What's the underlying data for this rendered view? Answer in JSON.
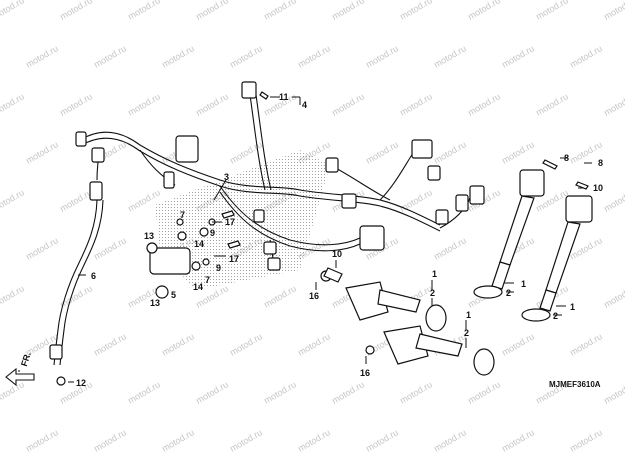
{
  "diagram": {
    "callouts": [
      {
        "id": "c1a",
        "text": "1"
      },
      {
        "id": "c1b",
        "text": "1"
      },
      {
        "id": "c1c",
        "text": "1"
      },
      {
        "id": "c1d",
        "text": "1"
      },
      {
        "id": "c2a",
        "text": "2"
      },
      {
        "id": "c2b",
        "text": "2"
      },
      {
        "id": "c2c",
        "text": "2"
      },
      {
        "id": "c2d",
        "text": "2"
      },
      {
        "id": "c3",
        "text": "3"
      },
      {
        "id": "c4",
        "text": "4"
      },
      {
        "id": "c5",
        "text": "5"
      },
      {
        "id": "c6",
        "text": "6"
      },
      {
        "id": "c7a",
        "text": "7"
      },
      {
        "id": "c7b",
        "text": "7"
      },
      {
        "id": "c8a",
        "text": "8"
      },
      {
        "id": "c8b",
        "text": "8"
      },
      {
        "id": "c9a",
        "text": "9"
      },
      {
        "id": "c9b",
        "text": "9"
      },
      {
        "id": "c10a",
        "text": "10"
      },
      {
        "id": "c10b",
        "text": "10"
      },
      {
        "id": "c11",
        "text": "11"
      },
      {
        "id": "c12",
        "text": "12"
      },
      {
        "id": "c13a",
        "text": "13"
      },
      {
        "id": "c13b",
        "text": "13"
      },
      {
        "id": "c14a",
        "text": "14"
      },
      {
        "id": "c14b",
        "text": "14"
      },
      {
        "id": "c16a",
        "text": "16"
      },
      {
        "id": "c16b",
        "text": "16"
      },
      {
        "id": "c17a",
        "text": "17"
      },
      {
        "id": "c17b",
        "text": "17"
      }
    ],
    "direction_label": "FR.",
    "diagram_code": "MJMEF3610A",
    "watermark": "motod.ru"
  }
}
